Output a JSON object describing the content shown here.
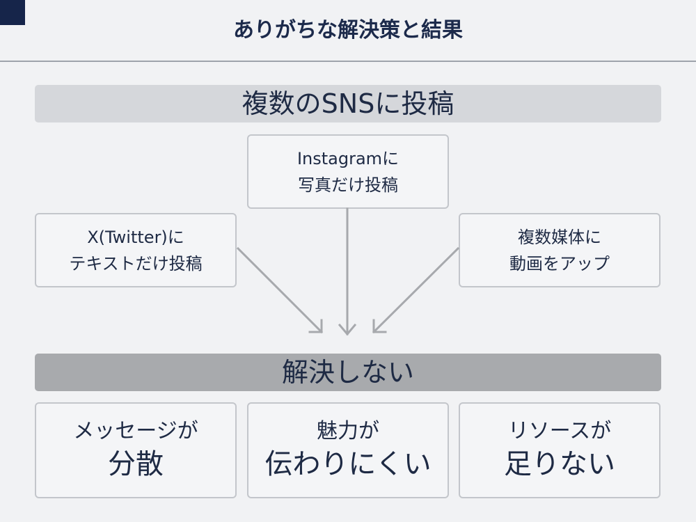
{
  "header": {
    "title": "ありがちな解決策と結果"
  },
  "top_band": {
    "label": "複数のSNSに投稿"
  },
  "options": {
    "instagram": {
      "line1": "Instagramに",
      "line2": "写真だけ投稿"
    },
    "twitter": {
      "line1": "X(Twitter)に",
      "line2": "テキストだけ投稿"
    },
    "multi": {
      "line1": "複数媒体に",
      "line2": "動画をアップ"
    }
  },
  "bottom_band": {
    "label": "解決しない"
  },
  "results": [
    {
      "line1": "メッセージが",
      "line2": "分散"
    },
    {
      "line1": "魅力が",
      "line2": "伝わりにくい"
    },
    {
      "line1": "リソースが",
      "line2": "足りない"
    }
  ],
  "colors": {
    "navy": "#16254a",
    "arrow": "#a7a9ad",
    "top_band": "#d5d7db",
    "bottom_band": "#a8aaad"
  }
}
